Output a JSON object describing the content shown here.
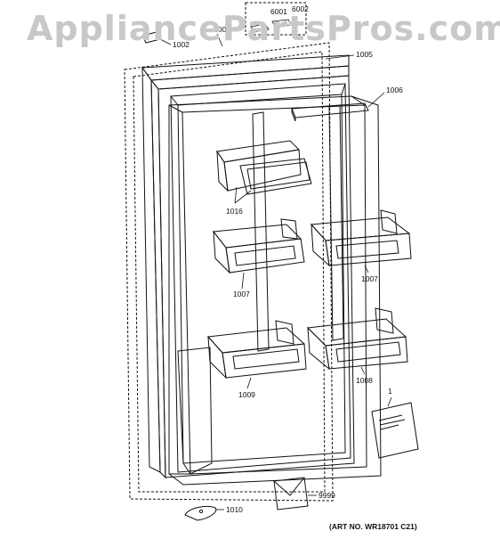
{
  "watermark": "AppliancePartsPros.com",
  "callouts": {
    "c1002": "1002",
    "c1001": "1001",
    "c6001": "6001",
    "c6002": "6002",
    "c1005": "1005",
    "c1006": "1006",
    "c1016": "1016",
    "c1007a": "1007",
    "c1007b": "1007",
    "c1009": "1009",
    "c1008": "1008",
    "c1": "1",
    "c9999": "9999",
    "c1010": "1010"
  },
  "art_number": "(ART NO. WR18701 C21)"
}
